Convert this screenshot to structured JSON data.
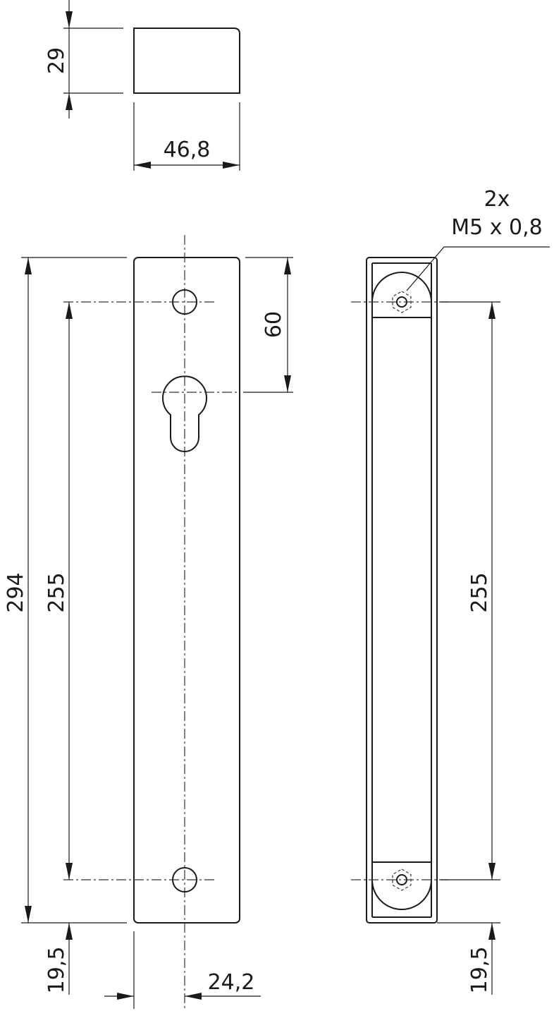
{
  "drawing": {
    "top_view": {
      "height_dim": "29",
      "width_dim": "46,8"
    },
    "front_view": {
      "total_length_dim": "294",
      "hole_spacing_dim": "255",
      "cylinder_offset_dim": "60",
      "bottom_offset_dim": "19,5",
      "center_offset_dim": "24,2"
    },
    "side_view": {
      "hole_spacing_dim": "255",
      "bottom_offset_dim": "19,5",
      "thread_callout_count": "2x",
      "thread_callout_spec": "M5 x 0,8"
    }
  }
}
